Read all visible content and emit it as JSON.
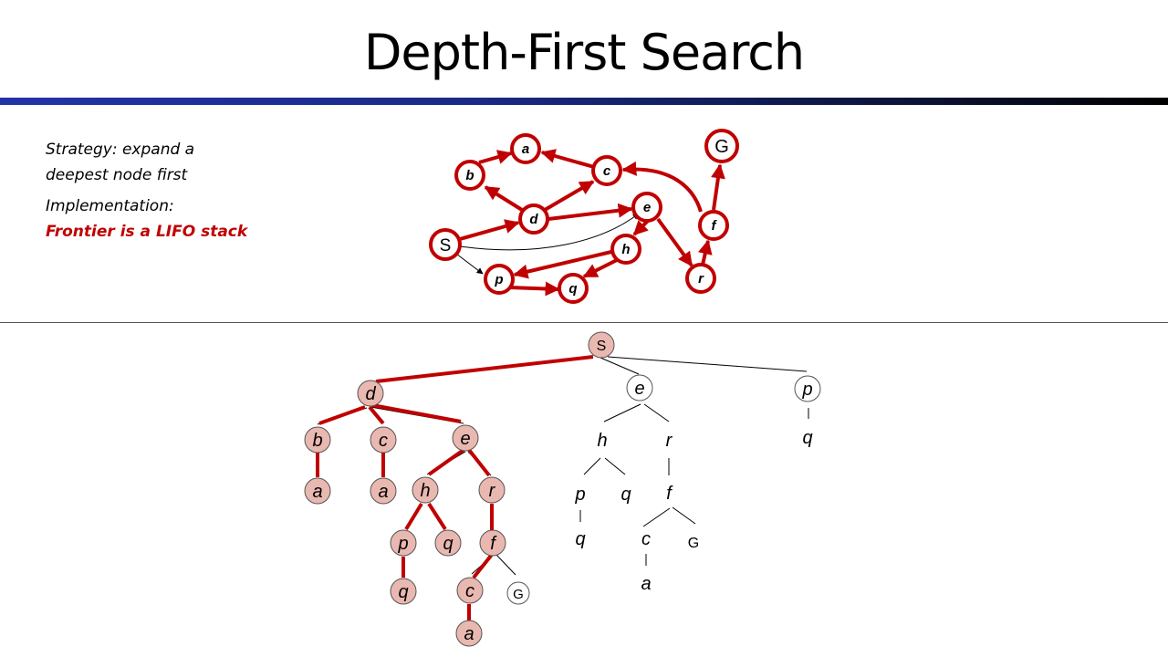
{
  "title": "Depth-First Search",
  "strategy": {
    "line1": "Strategy: expand a",
    "line2": "deepest node first",
    "impl_line1": "Implementation:",
    "impl_line2": "Frontier is a LIFO stack"
  },
  "colors": {
    "accent_red": "#c00000",
    "node_fill_highlight": "#e9b8b0",
    "title_bar": "#1a2a88"
  },
  "state_graph": {
    "nodes": {
      "S": "S",
      "a": "a",
      "b": "b",
      "c": "c",
      "d": "d",
      "e": "e",
      "f": "f",
      "G": "G",
      "h": "h",
      "p": "p",
      "q": "q",
      "r": "r"
    },
    "edges": [
      {
        "from": "S",
        "to": "d"
      },
      {
        "from": "d",
        "to": "b"
      },
      {
        "from": "d",
        "to": "c"
      },
      {
        "from": "d",
        "to": "e"
      },
      {
        "from": "b",
        "to": "a"
      },
      {
        "from": "c",
        "to": "a"
      },
      {
        "from": "S",
        "to": "e"
      },
      {
        "from": "S",
        "to": "p"
      },
      {
        "from": "e",
        "to": "h"
      },
      {
        "from": "e",
        "to": "r"
      },
      {
        "from": "h",
        "to": "p"
      },
      {
        "from": "h",
        "to": "q"
      },
      {
        "from": "p",
        "to": "q"
      },
      {
        "from": "r",
        "to": "f"
      },
      {
        "from": "f",
        "to": "c"
      },
      {
        "from": "f",
        "to": "G"
      }
    ]
  },
  "search_tree_labels": {
    "S": "S",
    "d": "d",
    "e": "e",
    "p": "p",
    "b": "b",
    "c": "c",
    "a": "a",
    "h": "h",
    "r": "r",
    "q": "q",
    "f": "f",
    "G": "G"
  }
}
